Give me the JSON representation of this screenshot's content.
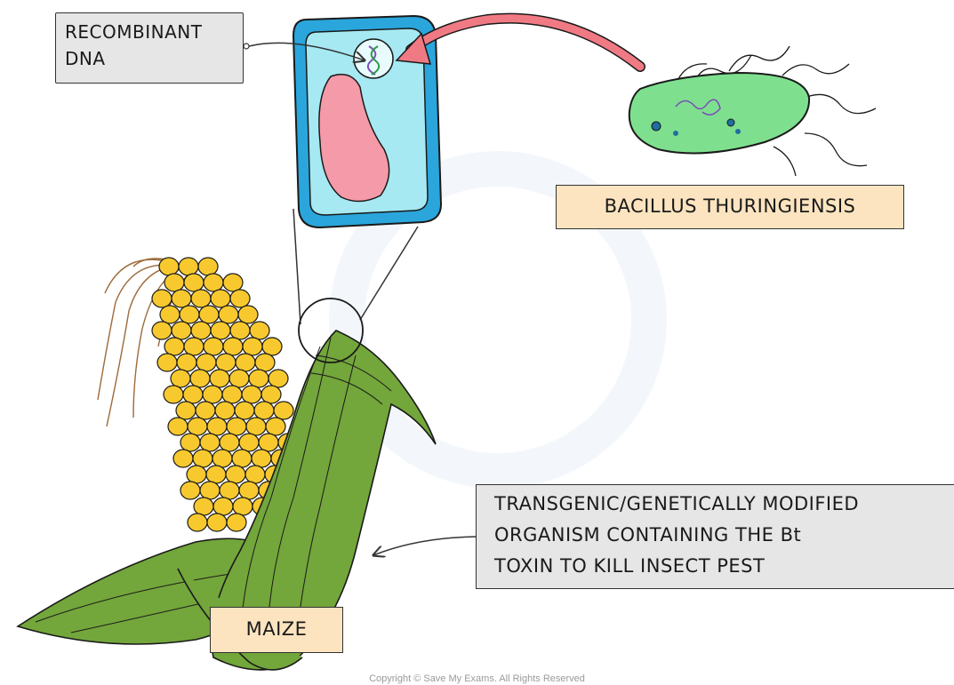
{
  "labels": {
    "recombinant_dna": [
      "RECOMBINANT",
      "DNA"
    ],
    "bacillus": "BACILLUS THURINGIENSIS",
    "maize": "MAIZE",
    "gmo": [
      "TRANSGENIC/GENETICALLY MODIFIED",
      "ORGANISM CONTAINING THE Bt",
      "TOXIN TO KILL INSECT PEST"
    ]
  },
  "copyright": "Copyright © Save My Exams. All Rights Reserved",
  "colors": {
    "cell_wall": "#2aa6dc",
    "cytoplasm": "#a6e9f2",
    "vacuole": "#f59aa8",
    "bacterium": "#7ee08e",
    "arrow": "#f07a84",
    "kernel": "#f7c92e",
    "leaf": "#73a63b",
    "silk": "#9c6a3a"
  },
  "icons": [
    "plant-cell-icon",
    "bacterium-icon",
    "maize-cob-icon"
  ]
}
